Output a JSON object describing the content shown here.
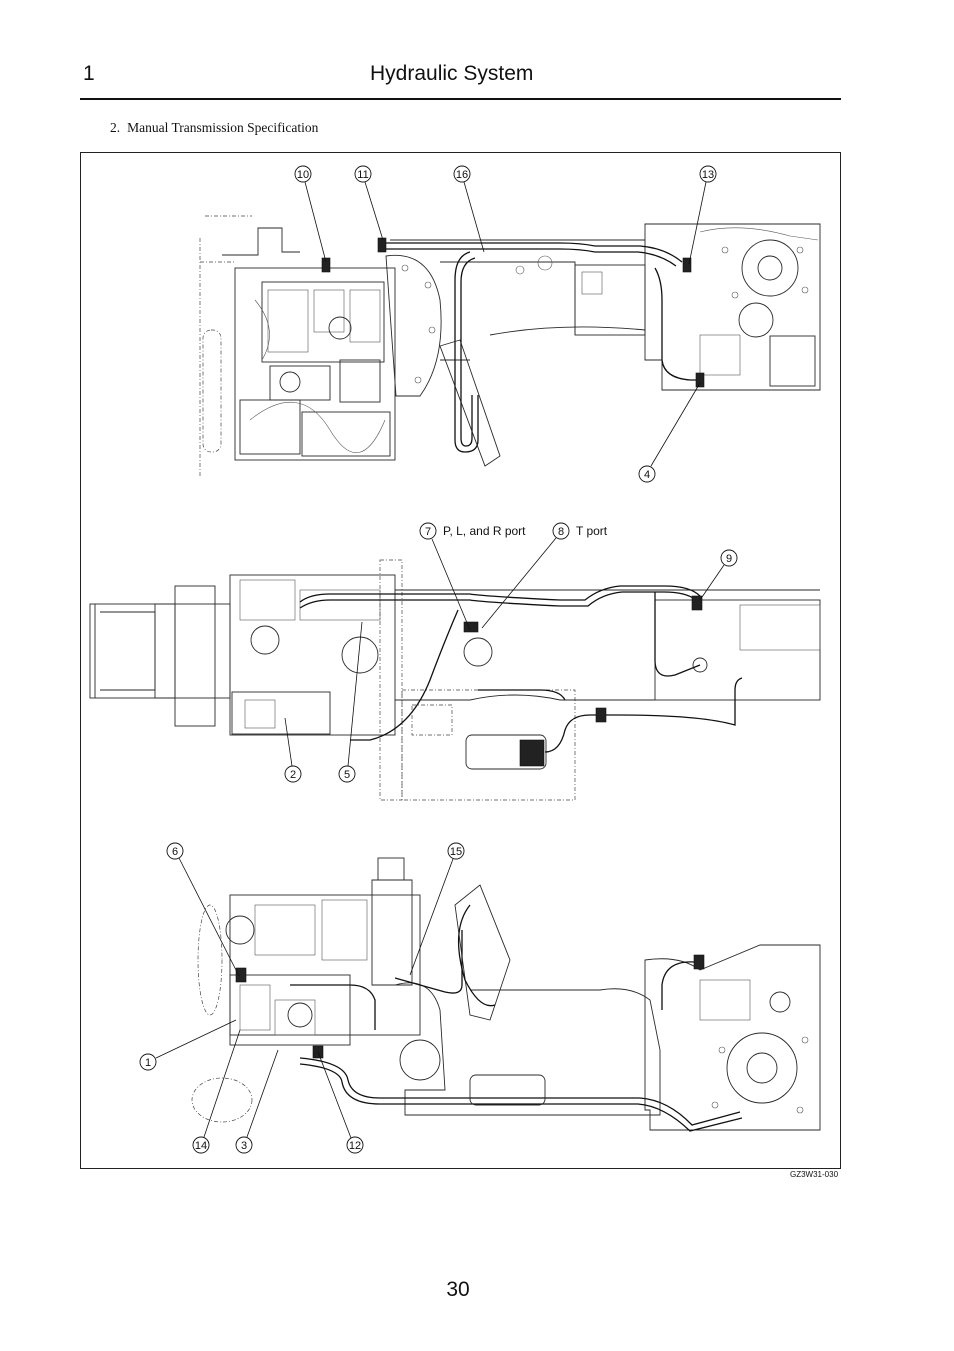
{
  "header": {
    "chapter": "1",
    "title": "Hydraulic System"
  },
  "section": {
    "number": "2.",
    "title": "Manual Transmission Specification"
  },
  "figure": {
    "callouts": [
      "10",
      "11",
      "16",
      "13",
      "4",
      "7",
      "8",
      "9",
      "2",
      "5",
      "6",
      "15",
      "1",
      "14",
      "3",
      "12"
    ],
    "port_labels": {
      "p_l_r": "P, L, and R port",
      "t": "T port"
    },
    "id": "GZ3W31-030"
  },
  "page_number": "30"
}
